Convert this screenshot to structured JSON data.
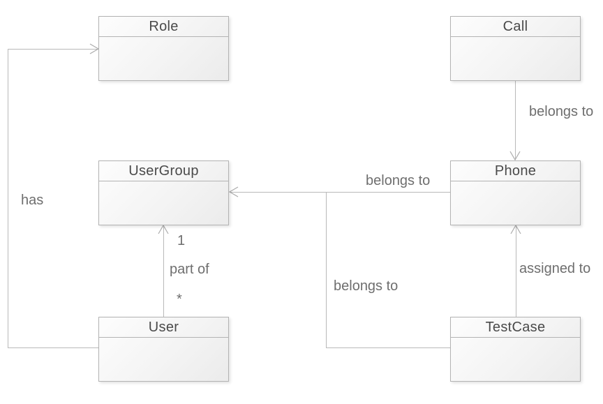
{
  "diagram": {
    "kind": "uml-class-diagram",
    "background_color": "#ffffff",
    "colors": {
      "box_border": "#b3b3b3",
      "box_fill_light": "#fdfdfd",
      "box_fill_dark": "#ebebeb",
      "title_text": "#4a4a4a",
      "label_text": "#6e6e6e",
      "line": "#b9b9b9"
    },
    "nodes": [
      {
        "id": "role",
        "title": "Role"
      },
      {
        "id": "call",
        "title": "Call"
      },
      {
        "id": "usergroup",
        "title": "UserGroup"
      },
      {
        "id": "phone",
        "title": "Phone"
      },
      {
        "id": "user",
        "title": "User"
      },
      {
        "id": "testcase",
        "title": "TestCase"
      }
    ],
    "edges": [
      {
        "from": "Call",
        "to": "Phone",
        "label": "belongs to"
      },
      {
        "from": "Phone",
        "to": "UserGroup",
        "label": "belongs to"
      },
      {
        "from": "TestCase",
        "to": "UserGroup",
        "label": "belongs to"
      },
      {
        "from": "TestCase",
        "to": "Phone",
        "label": "assigned to"
      },
      {
        "from": "User",
        "to": "UserGroup",
        "label": "part of",
        "target_multiplicity": "1",
        "source_multiplicity": "*"
      },
      {
        "from": "User",
        "to": "Role",
        "label": "has"
      }
    ]
  }
}
